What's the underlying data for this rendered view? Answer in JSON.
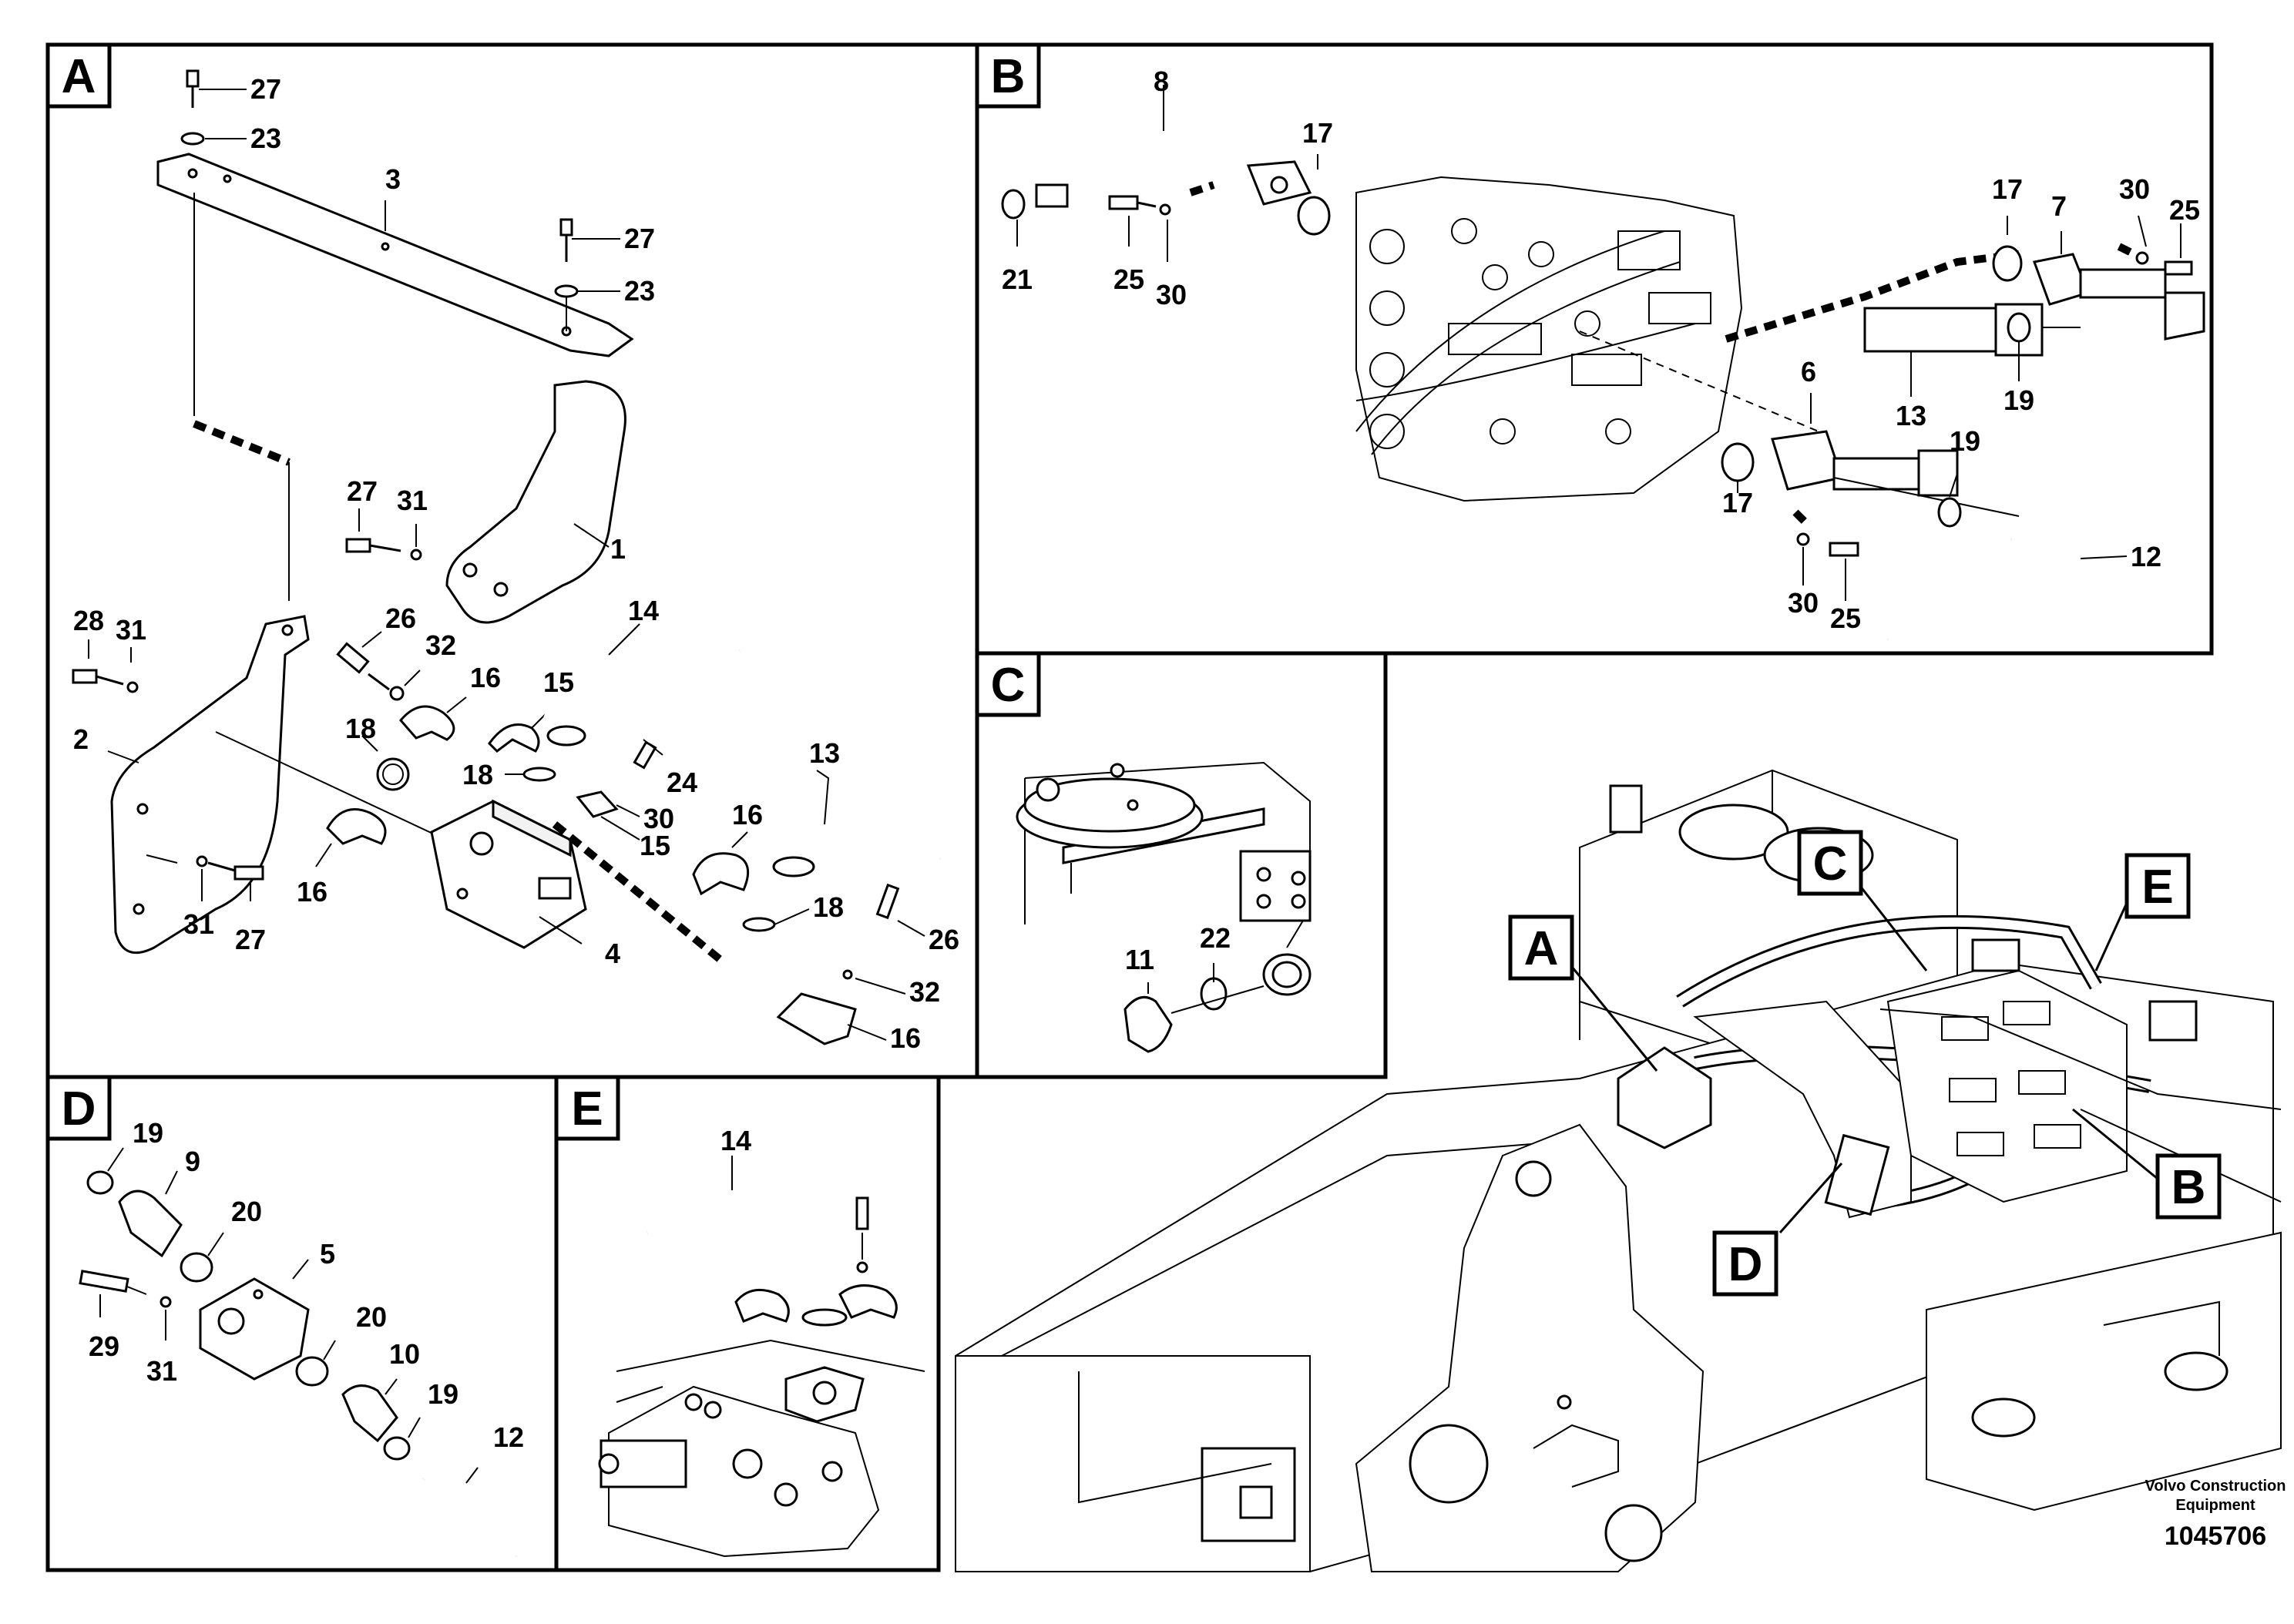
{
  "panels": {
    "A": {
      "letter": "A",
      "labels": [
        "27",
        "23",
        "3",
        "27",
        "23",
        "1",
        "27",
        "31",
        "28",
        "31",
        "2",
        "26",
        "32",
        "16",
        "15",
        "14",
        "18",
        "18",
        "24",
        "30",
        "15",
        "13",
        "16",
        "18",
        "26",
        "32",
        "16",
        "16",
        "31",
        "27",
        "4"
      ]
    },
    "B": {
      "letter": "B",
      "labels": [
        "8",
        "17",
        "21",
        "25",
        "30",
        "17",
        "7",
        "30",
        "25",
        "6",
        "13",
        "19",
        "17",
        "19",
        "12",
        "30",
        "25"
      ]
    },
    "C": {
      "letter": "C",
      "labels": [
        "11",
        "22"
      ]
    },
    "D": {
      "letter": "D",
      "labels": [
        "19",
        "9",
        "20",
        "5",
        "29",
        "31",
        "20",
        "10",
        "19",
        "12"
      ]
    },
    "E": {
      "letter": "E",
      "labels": [
        "14"
      ]
    }
  },
  "overview": {
    "callouts": [
      "A",
      "C",
      "E",
      "B",
      "D"
    ],
    "company": "Volvo Construction",
    "company_line2": "Equipment",
    "drawing_number": "1045706"
  }
}
